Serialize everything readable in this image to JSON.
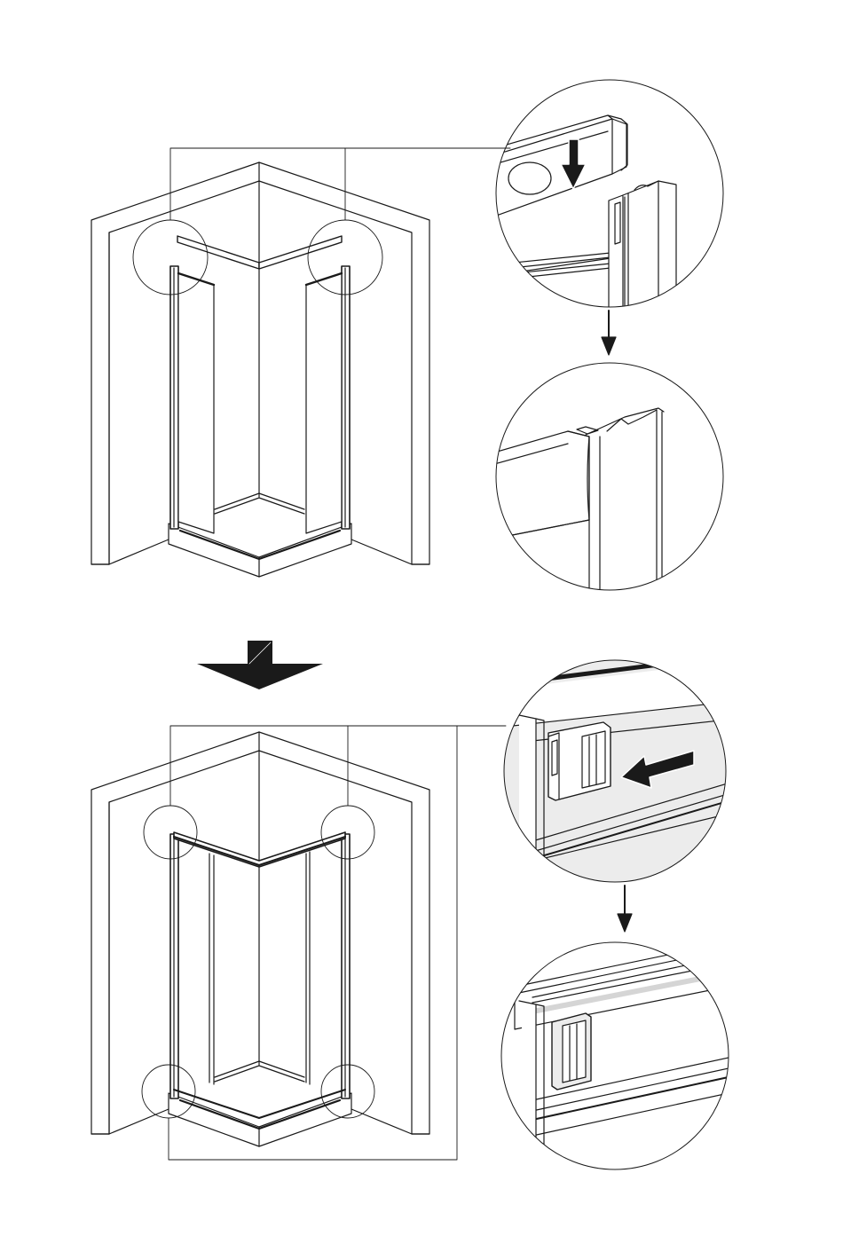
{
  "page": {
    "background": "#ffffff",
    "line_color": "#1a1a1a",
    "detail_fill": "#ececec"
  },
  "steps": [
    {
      "id": "step-1",
      "description_visible": false,
      "callouts": [
        {
          "name": "callout-top-left",
          "target": "detail-1a"
        },
        {
          "name": "callout-top-right",
          "target": "detail-1a"
        }
      ],
      "details": [
        {
          "name": "detail-1a",
          "icon": "arrow-down-icon"
        },
        {
          "name": "detail-1b",
          "icon": "profile-joint-icon"
        }
      ]
    },
    {
      "id": "step-2",
      "description_visible": false,
      "callouts": [
        {
          "name": "callout-upper-left",
          "target": "detail-2a"
        },
        {
          "name": "callout-upper-right",
          "target": "detail-2a"
        },
        {
          "name": "callout-lower-left",
          "target": "detail-2a"
        },
        {
          "name": "callout-lower-right",
          "target": "detail-2a"
        }
      ],
      "details": [
        {
          "name": "detail-2a",
          "icon": "arrow-left-icon"
        },
        {
          "name": "detail-2b",
          "icon": "roller-cap-icon"
        }
      ]
    }
  ],
  "transition_arrow": {
    "icon": "big-arrow-down-icon"
  }
}
